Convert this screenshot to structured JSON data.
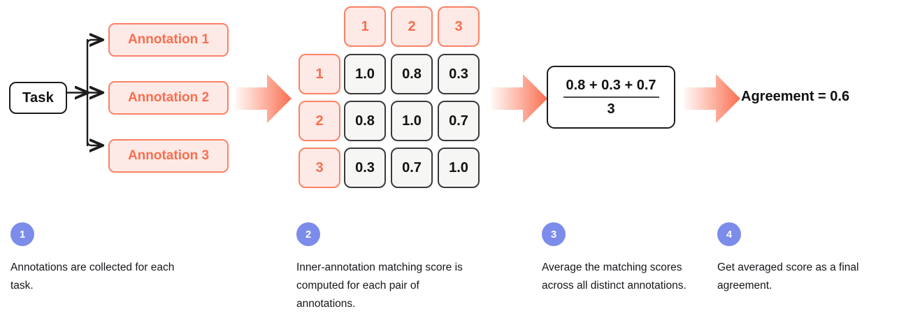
{
  "colors": {
    "accent_salmon": "#fa6e4f",
    "accent_border": "#fa8266",
    "accent_fill": "#fdeae6",
    "badge_blue": "#7b8cea",
    "cell_fill": "#f6f6f4",
    "cell_border": "#3a3a3a",
    "ink": "#111111"
  },
  "flow": {
    "task_label": "Task",
    "annotations": [
      {
        "label": "Annotation 1"
      },
      {
        "label": "Annotation 2"
      },
      {
        "label": "Annotation 3"
      }
    ]
  },
  "matrix": {
    "column_headers": [
      "1",
      "2",
      "3"
    ],
    "row_headers": [
      "1",
      "2",
      "3"
    ],
    "rows": [
      [
        "1.0",
        "0.8",
        "0.3"
      ],
      [
        "0.8",
        "1.0",
        "0.7"
      ],
      [
        "0.3",
        "0.7",
        "1.0"
      ]
    ]
  },
  "formula": {
    "numerator": "0.8 + 0.3 + 0.7",
    "denominator": "3"
  },
  "result": {
    "text": "Agreement = 0.6"
  },
  "steps": [
    {
      "number": "1",
      "text": "Annotations are collected for each task."
    },
    {
      "number": "2",
      "text": "Inner-annotation matching score is computed for each pair of annotations."
    },
    {
      "number": "3",
      "text": "Average the matching scores across all distinct annotations."
    },
    {
      "number": "4",
      "text": "Get averaged score as a final agreement."
    }
  ]
}
